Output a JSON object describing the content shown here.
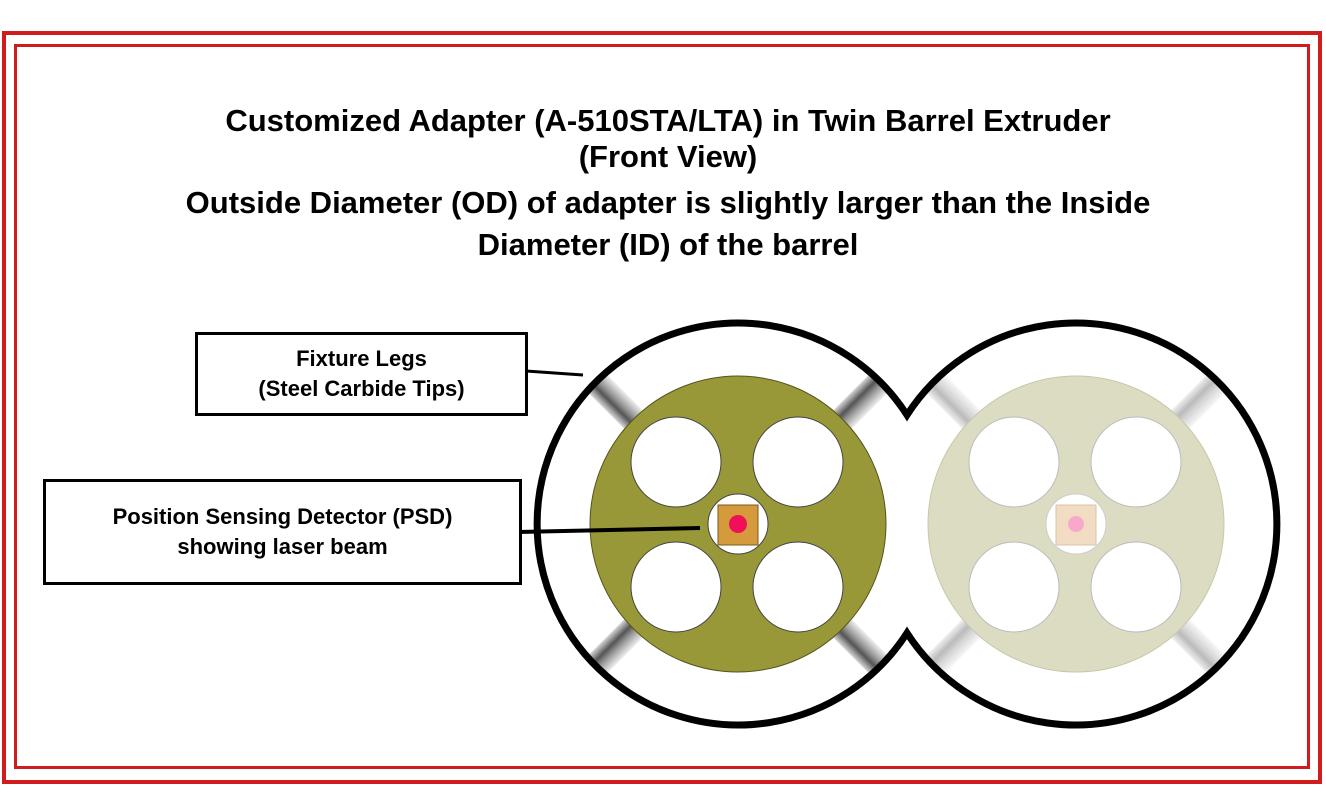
{
  "title": {
    "line1": "Customized Adapter (A-510STA/LTA) in Twin Barrel Extruder",
    "line2": "(Front View)",
    "line3": "Outside Diameter (OD) of adapter is slightly larger than the Inside",
    "line4": "Diameter (ID) of the barrel"
  },
  "labels": {
    "legs": {
      "line1": "Fixture Legs",
      "line2": "(Steel Carbide Tips)"
    },
    "psd": {
      "line1": "Position Sensing Detector (PSD)",
      "line2": "showing laser beam"
    }
  },
  "colors": {
    "border": "#d01c1c",
    "adapter_active": "#989838",
    "adapter_ghost": "#dcdcc2",
    "psd_active": "#d49a3c",
    "psd_ghost": "#f2dcc4",
    "laser_active": "#f0105a",
    "laser_ghost": "#f8a8c8"
  }
}
